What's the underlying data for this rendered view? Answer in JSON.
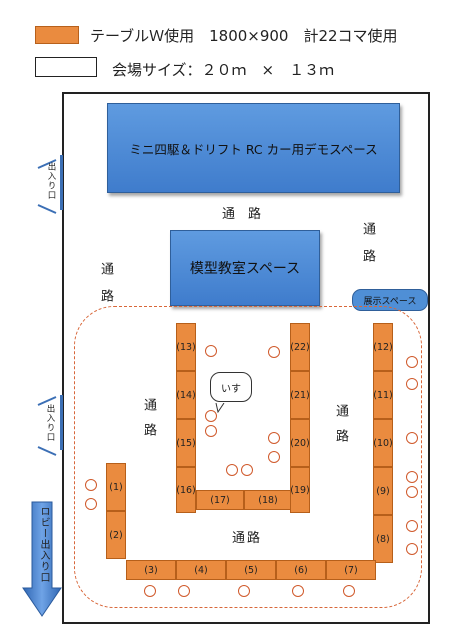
{
  "legend": {
    "table_label": "テーブルＷ使用　1800×900　計22コマ使用",
    "venue_label": "会場サイズ：２０ｍ　×　１３ｍ"
  },
  "zones": {
    "demo_space": "ミニ四駆＆ドリフト RC カー用デモスペース",
    "classroom": "模型教室スペース"
  },
  "aisles": {
    "top": "通　路",
    "left_upper": "通路",
    "right_upper": "通路",
    "inner_left": "通路",
    "inner_right": "通路",
    "bottom": "通路"
  },
  "doors": {
    "upper": "出入り口",
    "middle": "出入り口",
    "lobby": "ロビー出入り口"
  },
  "callouts": {
    "chairs": "いす",
    "display": "展示スペース"
  },
  "tables": {
    "t1": "(1)",
    "t2": "(2)",
    "t3": "(3)",
    "t4": "(4)",
    "t5": "(5)",
    "t6": "(6)",
    "t7": "(7)",
    "t8": "(8)",
    "t9": "(9)",
    "t10": "(10)",
    "t11": "(11)",
    "t12": "(12)",
    "t13": "(13)",
    "t14": "(14)",
    "t15": "(15)",
    "t16": "(16)",
    "t17": "(17)",
    "t18": "(18)",
    "t19": "(19)",
    "t20": "(20)",
    "t21": "(21)",
    "t22": "(22)"
  },
  "colors": {
    "table": "#ea8b3f",
    "zone": "#4f8fd6",
    "dashed_border": "#d8673a",
    "lobby_arrow": "#3b78c8"
  }
}
